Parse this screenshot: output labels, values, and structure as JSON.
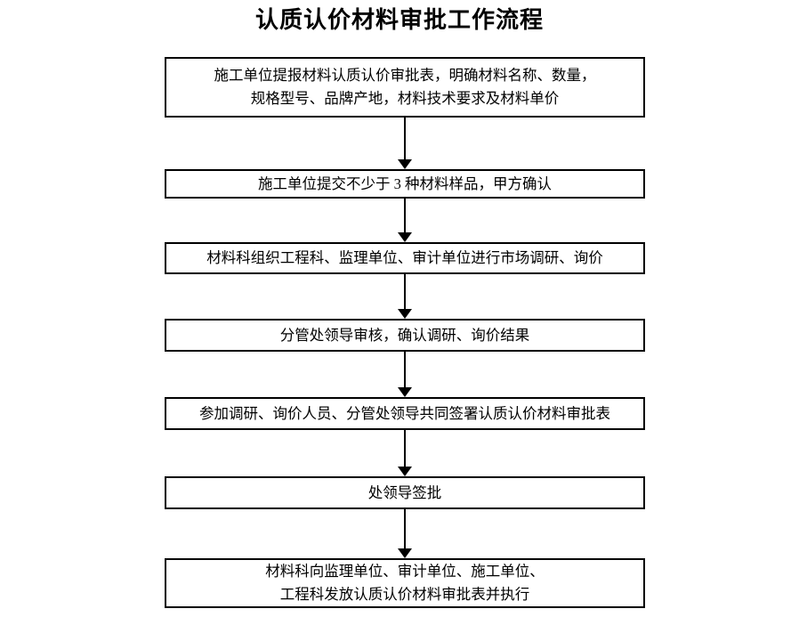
{
  "document": {
    "title": "认质认价材料审批工作流程",
    "background_color": "#ffffff",
    "line_color": "#000000",
    "text_color": "#000000"
  },
  "flowchart": {
    "type": "linear-process-flow",
    "orientation": "vertical",
    "step_count": 7,
    "connector_count": 6,
    "connector_style": "solid-line-with-filled-arrowhead",
    "steps": [
      {
        "index": 1,
        "text": "施工单位提报材料认质认价审批表，明确材料名称、数量，\n规格型号、品牌产地，材料技术要求及材料单价",
        "lines": [
          "施工单位提报材料认质认价审批表，明确材料名称、数量，",
          "规格型号、品牌产地，材料技术要求及材料单价"
        ]
      },
      {
        "index": 2,
        "text": "施工单位提交不少于 3 种材料样品，甲方确认",
        "lines": [
          "施工单位提交不少于 3 种材料样品，甲方确认"
        ]
      },
      {
        "index": 3,
        "text": "材料科组织工程科、监理单位、审计单位进行市场调研、询价",
        "lines": [
          "材料科组织工程科、监理单位、审计单位进行市场调研、询价"
        ]
      },
      {
        "index": 4,
        "text": "分管处领导审核，确认调研、询价结果",
        "lines": [
          "分管处领导审核，确认调研、询价结果"
        ]
      },
      {
        "index": 5,
        "text": "参加调研、询价人员、分管处领导共同签署认质认价材料审批表",
        "lines": [
          "参加调研、询价人员、分管处领导共同签署认质认价材料审批表"
        ]
      },
      {
        "index": 6,
        "text": "处领导签批",
        "lines": [
          "处领导签批"
        ]
      },
      {
        "index": 7,
        "text": "材料科向监理单位、审计单位、施工单位、\n工程科发放认质认价材料审批表并执行",
        "lines": [
          "材料科向监理单位、审计单位、施工单位、",
          "工程科发放认质认价材料审批表并执行"
        ]
      }
    ]
  }
}
